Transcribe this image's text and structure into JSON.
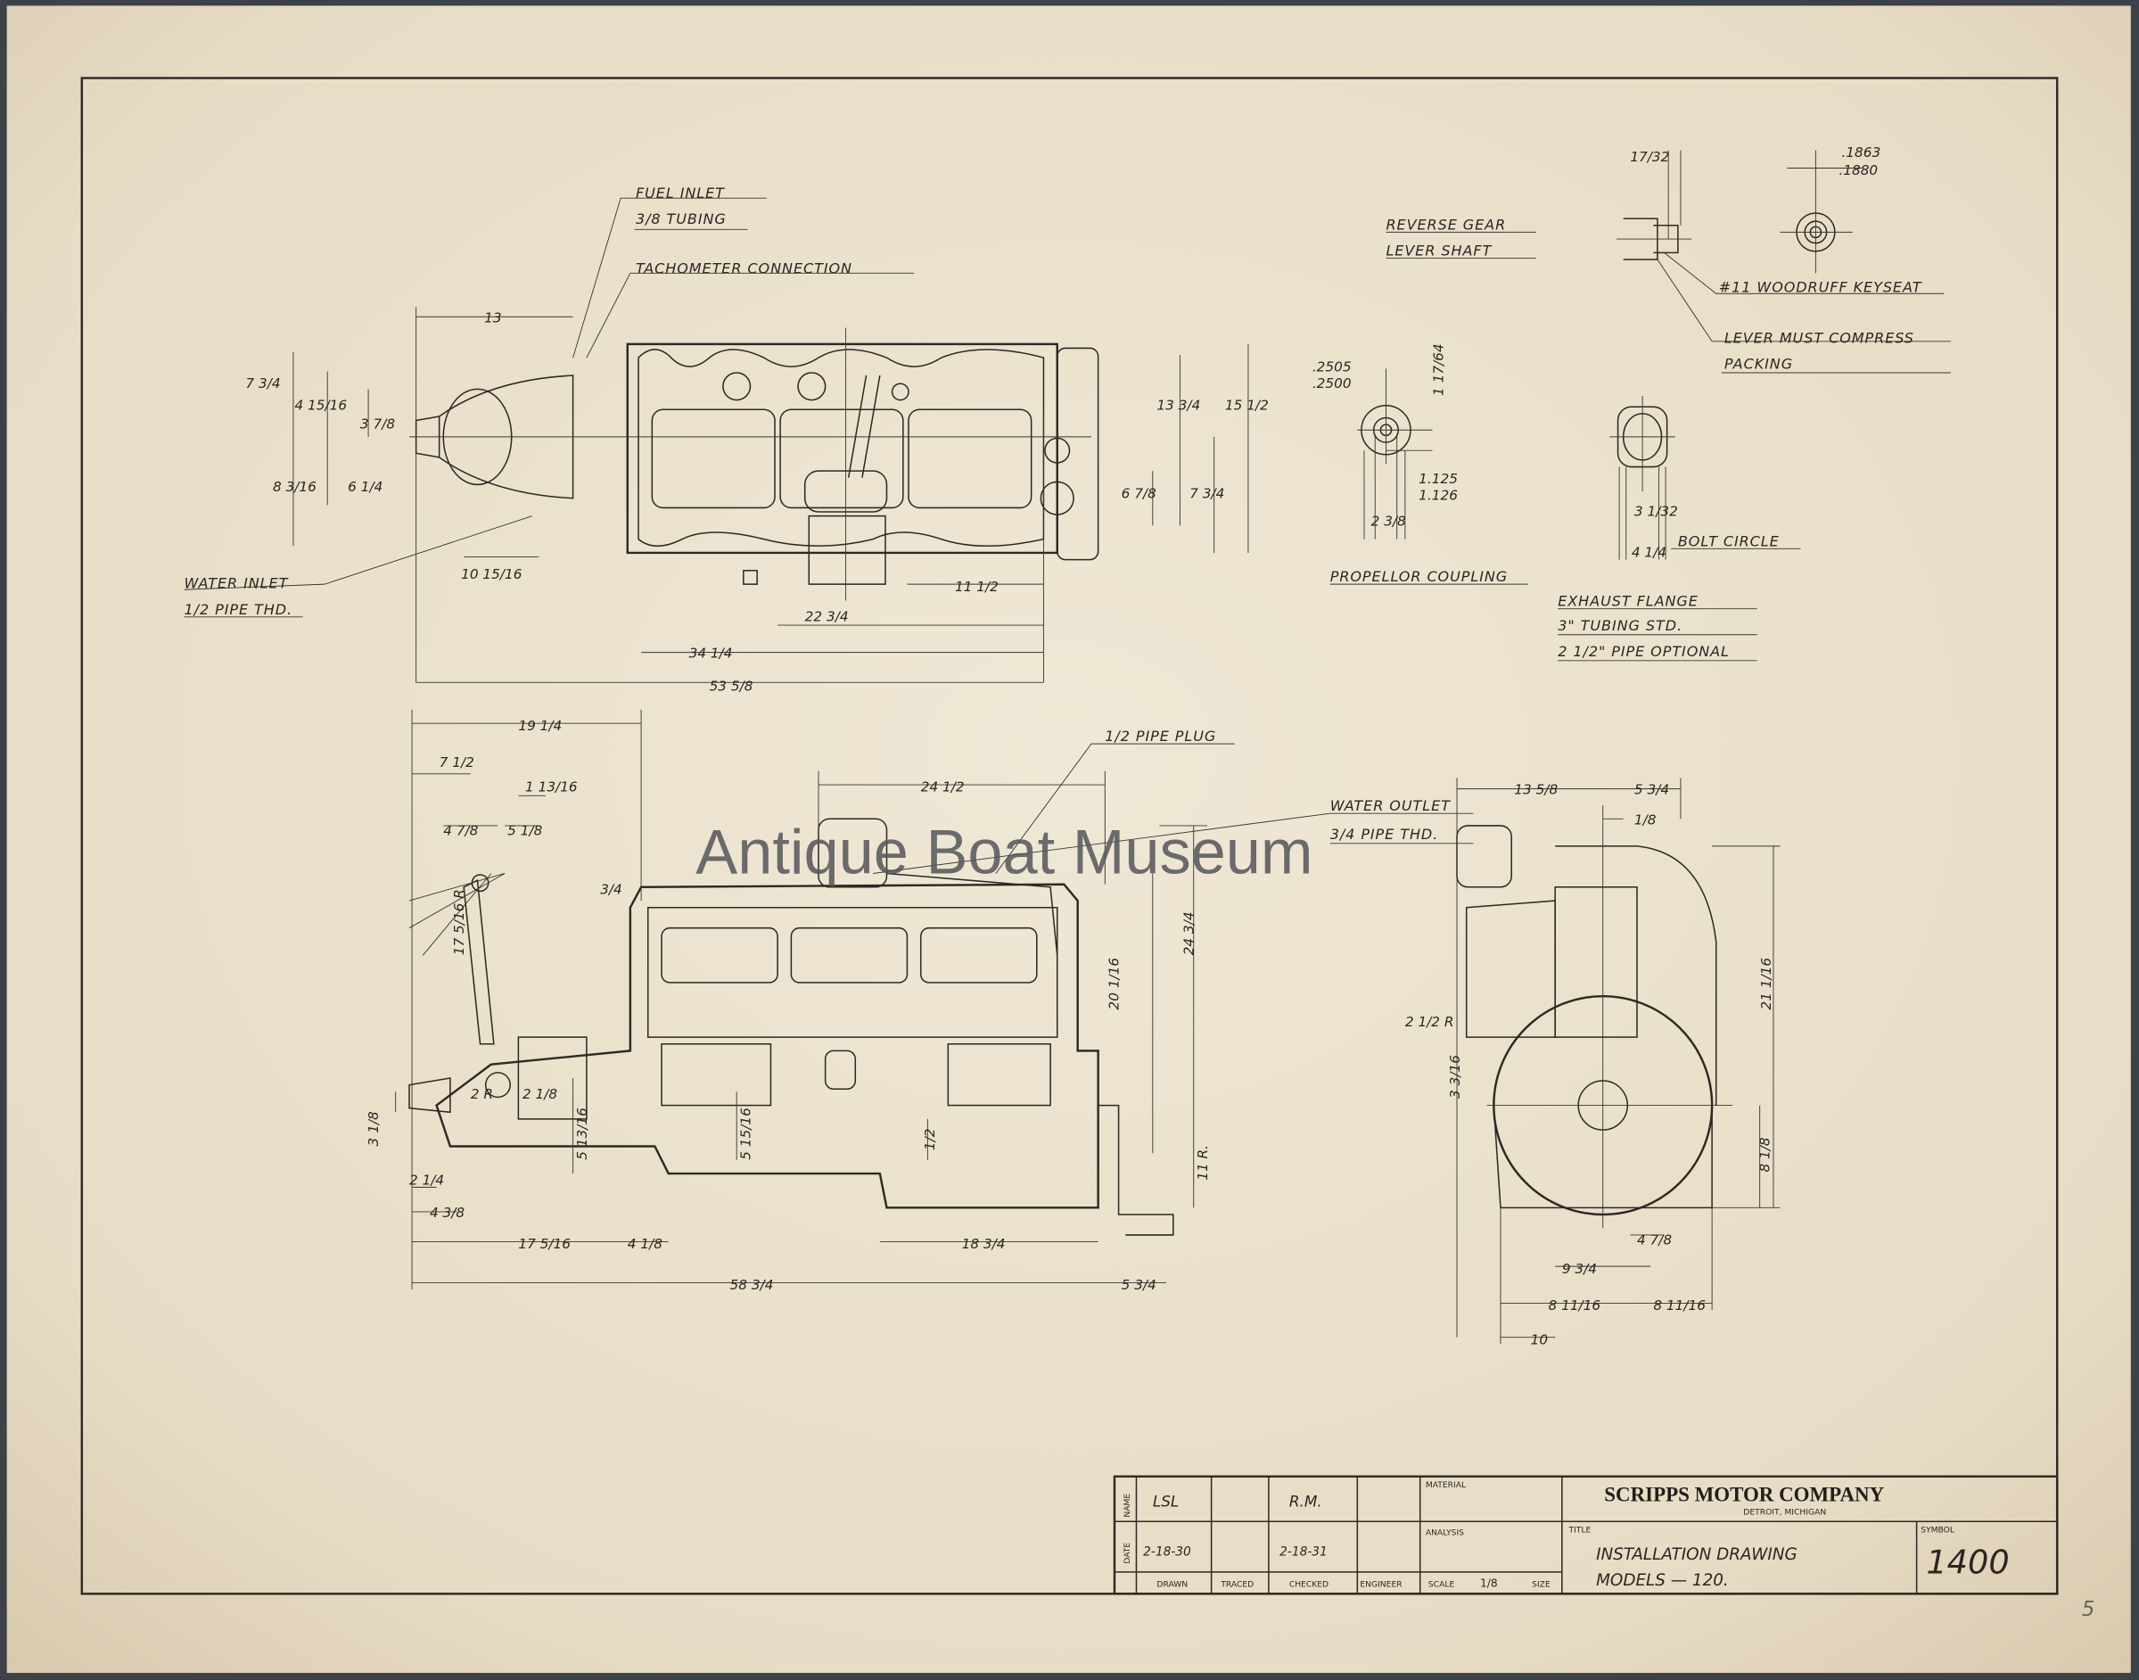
{
  "watermark": "Antique Boat Museum",
  "page_corner_number": "5",
  "callouts": {
    "fuel_inlet": "FUEL INLET",
    "fuel_inlet_tubing": "3/8 TUBING",
    "tachometer": "TACHOMETER CONNECTION",
    "water_inlet": "WATER INLET",
    "water_inlet_thread": "1/2 PIPE THD.",
    "reverse_gear_1": "REVERSE GEAR",
    "reverse_gear_2": "LEVER SHAFT",
    "woodruff": "#11 WOODRUFF KEYSEAT",
    "lever_compress_1": "LEVER MUST COMPRESS",
    "lever_compress_2": "PACKING",
    "propellor_coupling": "PROPELLOR COUPLING",
    "exhaust_flange": "EXHAUST FLANGE",
    "exhaust_tubing": "3\" TUBING STD.",
    "exhaust_pipe": "2 1/2\" PIPE OPTIONAL",
    "bolt_circle": "BOLT CIRCLE",
    "pipe_plug": "1/2 PIPE PLUG",
    "water_outlet": "WATER OUTLET",
    "water_outlet_thread": "3/4 PIPE THD."
  },
  "dims": {
    "top": [
      "13",
      "7 3/4",
      "4 15/16",
      "3 7/8",
      "6 1/4",
      "8 3/16",
      "10 15/16",
      "22 3/4",
      "11 1/2",
      "34 1/4",
      "53 5/8",
      "13 3/4",
      "15 1/2",
      "6 7/8",
      "7 3/4"
    ],
    "details": [
      ".2505",
      ".2500",
      "1 17/64",
      "1.125",
      "1.126",
      "2 3/8",
      "17/32",
      ".1863",
      ".1880",
      "3 1/32",
      "4 1/4"
    ],
    "side": [
      "19 1/4",
      "7 1/2",
      "1 13/16",
      "4 7/8",
      "5 1/8",
      "17 5/16 R",
      "3/4",
      "24 1/2",
      "24 3/4",
      "20 1/16",
      "3 1/8",
      "2 1/4",
      "4 3/8",
      "5 13/16",
      "5 15/16",
      "1/2",
      "11 R.",
      "17 5/16",
      "4 1/8",
      "18 3/4",
      "58 3/4",
      "5 3/4",
      "2 R",
      "2 1/8"
    ],
    "front": [
      "13 5/8",
      "5 3/4",
      "1/8",
      "21 1/16",
      "2 1/2 R",
      "3 3/16",
      "8 1/8",
      "4 7/8",
      "9 3/4",
      "8 11/16",
      "8 11/16",
      "10"
    ]
  },
  "title_block": {
    "name_label": "NAME",
    "date_label": "DATE",
    "drawn_name": "LSL",
    "checked_name": "R.M.",
    "drawn_date": "2-18-30",
    "checked_date": "2-18-31",
    "col_drawn": "DRAWN",
    "col_traced": "TRACED",
    "col_checked": "CHECKED",
    "col_engineer": "ENGINEER",
    "material_label": "MATERIAL",
    "analysis_label": "ANALYSIS",
    "scale_label": "SCALE",
    "scale_value": "1/8",
    "size_label": "SIZE",
    "company": "SCRIPPS MOTOR COMPANY",
    "location": "DETROIT, MICHIGAN",
    "title_label": "TITLE",
    "title_line1": "INSTALLATION DRAWING",
    "title_line2": "MODELS  —  120.",
    "symbol_label": "SYMBOL",
    "symbol_value": "1400"
  }
}
